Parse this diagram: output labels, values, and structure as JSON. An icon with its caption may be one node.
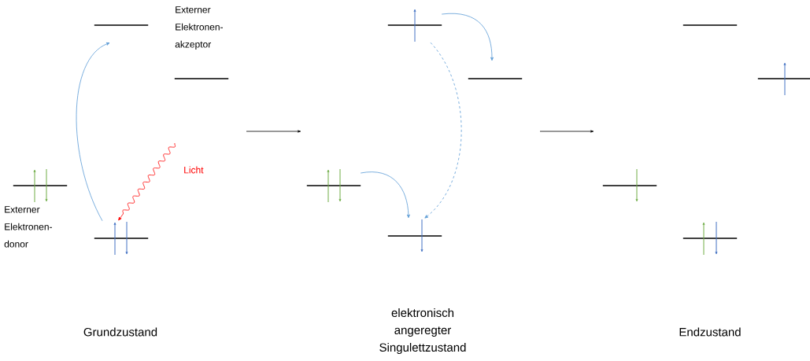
{
  "diagram": {
    "nodes": [
      {
        "text": [],
        "shape": "bar"
      },
      {
        "text": [],
        "shape": "bar",
        "beside": [
          "Externer Elektronen-akzeptor"
        ]
      },
      {
        "text": [],
        "shape": "bar",
        "beside": [
          "Externer Elektronen-donor"
        ]
      },
      {
        "text": [],
        "shape": "bar"
      },
      {
        "text": [],
        "shape": "bar"
      },
      {
        "text": [],
        "shape": "bar"
      },
      {
        "text": [],
        "shape": "bar"
      },
      {
        "text": [],
        "shape": "bar"
      },
      {
        "text": [],
        "shape": "bar"
      },
      {
        "text": [],
        "shape": "bar"
      },
      {
        "text": [],
        "shape": "bar"
      },
      {
        "text": [],
        "shape": "bar"
      }
    ],
    "edges": [
      {
        "from": 3,
        "to": 0,
        "arrow": "to"
      },
      {
        "from": null,
        "to": 3,
        "arrow": "to",
        "label": "Licht",
        "color": "#ff0000"
      },
      {
        "from": 4,
        "to": 5,
        "arrow": "to"
      },
      {
        "from": 4,
        "to": 7,
        "arrow": "to",
        "style": "dashed"
      },
      {
        "from": 6,
        "to": 7,
        "arrow": "to"
      }
    ],
    "labels": [
      "Grundzustand",
      "elektronisch angeregter Singulettzustand",
      "Endzustand"
    ]
  }
}
